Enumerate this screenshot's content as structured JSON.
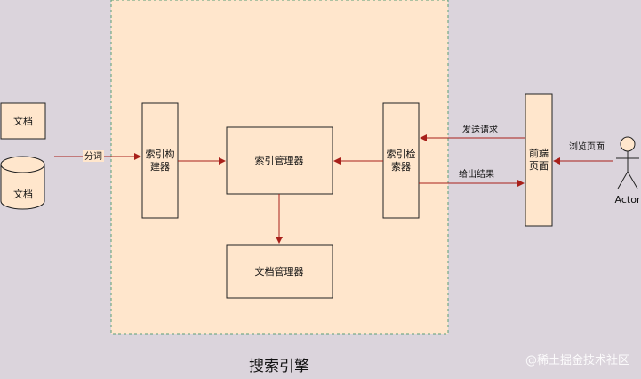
{
  "diagram": {
    "title": "搜索引擎",
    "watermark": "@稀土掘金技术社区",
    "nodes": {
      "doc_box": "文档",
      "doc_db": "文档",
      "index_builder": [
        "索引构",
        "建器"
      ],
      "index_manager": "索引管理器",
      "doc_manager": "文档管理器",
      "index_retriever": [
        "索引检",
        "索器"
      ],
      "frontend": [
        "前端",
        "页面"
      ],
      "actor": "Actor"
    },
    "edges": {
      "tokenize": "分词",
      "send_request": "发送请求",
      "return_result": "给出结果",
      "browse": "浏览页面"
    },
    "colors": {
      "background": "#dbd4dc",
      "node_fill": "#ffe6cc",
      "node_stroke": "#222222",
      "group_stroke": "#5a9e77",
      "arrow": "#a8201a"
    }
  }
}
